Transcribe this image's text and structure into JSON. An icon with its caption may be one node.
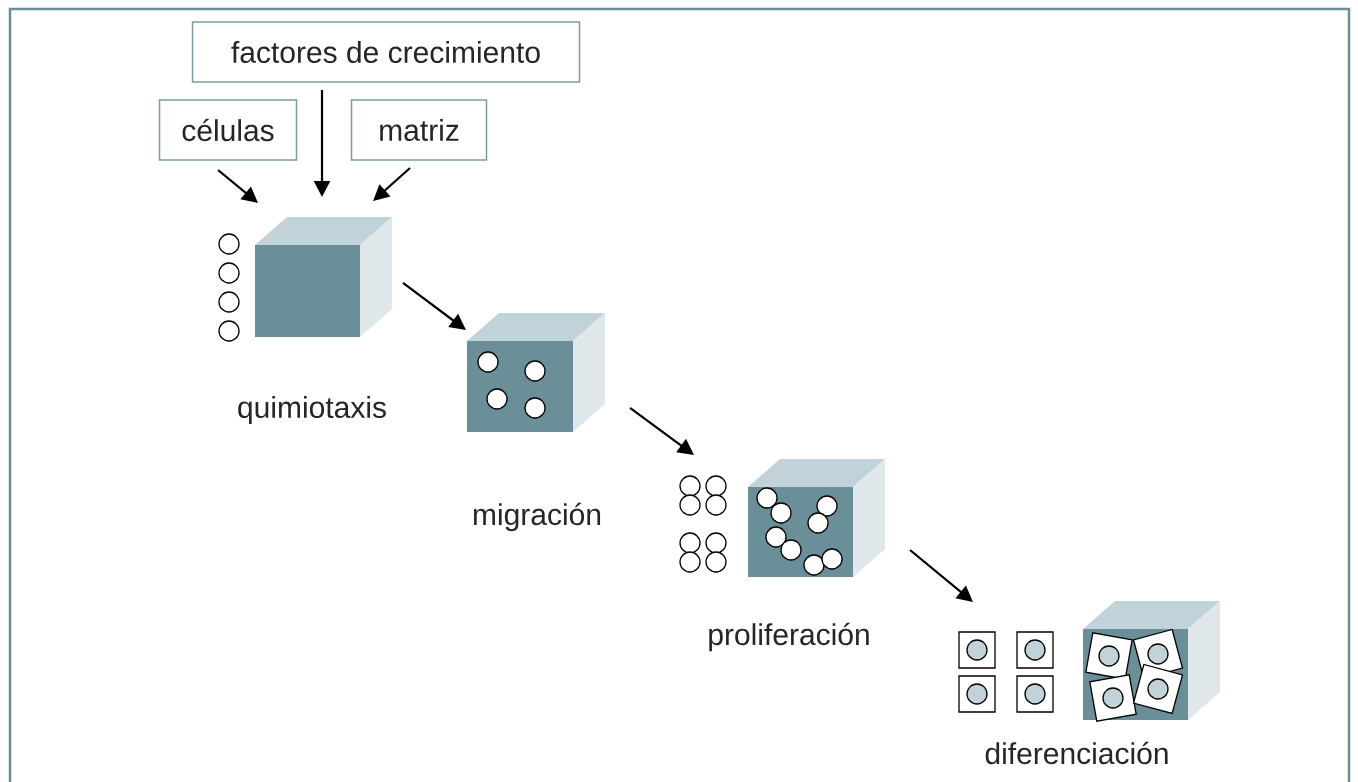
{
  "diagram": {
    "nodes": [
      {
        "text": [
          "factores de crecimiento"
        ]
      },
      {
        "text": [
          "células"
        ]
      },
      {
        "text": [
          "matriz"
        ]
      },
      {
        "text": [],
        "shape": "cube",
        "beside": [
          "quimiotaxis"
        ]
      },
      {
        "text": [],
        "shape": "cube",
        "beside": [
          "migración"
        ]
      },
      {
        "text": [],
        "shape": "cube",
        "beside": [
          "proliferación"
        ]
      },
      {
        "text": [],
        "shape": "cube",
        "beside": [
          "diferenciación"
        ]
      }
    ],
    "edges": [
      {
        "from": 1,
        "to": 3,
        "arrow": "to"
      },
      {
        "from": 0,
        "to": 3,
        "arrow": "to"
      },
      {
        "from": 2,
        "to": 3,
        "arrow": "to"
      },
      {
        "from": 3,
        "to": 4,
        "arrow": "to"
      },
      {
        "from": 4,
        "to": 5,
        "arrow": "to"
      },
      {
        "from": 5,
        "to": 6,
        "arrow": "to"
      }
    ]
  }
}
